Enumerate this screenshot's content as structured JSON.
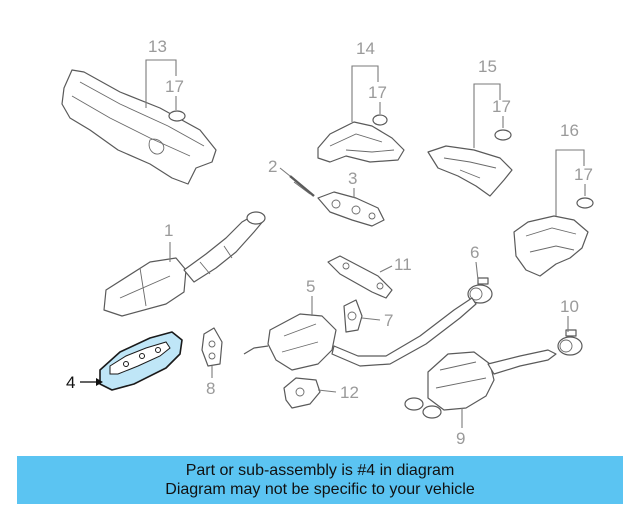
{
  "callouts": {
    "c1": "1",
    "c2": "2",
    "c3": "3",
    "c4": "4",
    "c5": "5",
    "c6": "6",
    "c7": "7",
    "c8": "8",
    "c9": "9",
    "c10": "10",
    "c11": "11",
    "c12": "12",
    "c13": "13",
    "c14": "14",
    "c15": "15",
    "c16": "16",
    "c17a": "17",
    "c17b": "17",
    "c17c": "17",
    "c17d": "17"
  },
  "highlighted_part": "4",
  "colors": {
    "highlight_fill": "#bfe6f7",
    "banner": "#5bc4f2",
    "callout_text": "#9a9a9a"
  },
  "banner": {
    "line1": "Part or sub-assembly is #4 in diagram",
    "line2": "Diagram may not be specific to your vehicle"
  }
}
